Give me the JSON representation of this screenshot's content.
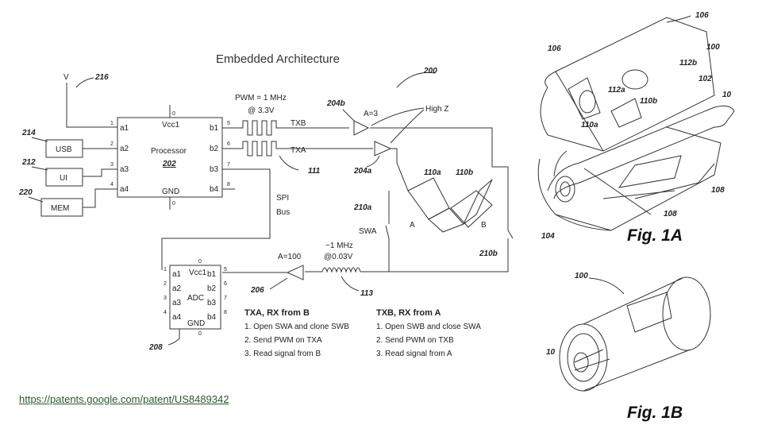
{
  "title": "Embedded Architecture",
  "source_link": "https://patents.google.com/patent/US8489342",
  "figure_captions": {
    "fig1a": "Fig. 1A",
    "fig1b": "Fig. 1B"
  },
  "schematic": {
    "supply_label": "V",
    "supply_ref": "216",
    "system_ref": "200",
    "blocks": [
      {
        "ref": "214",
        "label": "USB"
      },
      {
        "ref": "212",
        "label": "UI"
      },
      {
        "ref": "220",
        "label": "MEM"
      }
    ],
    "processor": {
      "name": "Processor",
      "ref": "202",
      "vcc": "Vcc1",
      "gnd": "GND",
      "left_pins": [
        "a1",
        "a2",
        "a3",
        "a4"
      ],
      "right_pins": [
        "b1",
        "b2",
        "b3",
        "b4"
      ],
      "left_nums": [
        "1",
        "2",
        "3",
        "4"
      ],
      "right_nums": [
        "5",
        "6",
        "7",
        "8"
      ],
      "top_num": "0",
      "bottom_num": "0"
    },
    "pwm_label": "PWM = 1 MHz",
    "pwm_voltage": "@ 3.3V",
    "pwm_ref": "111",
    "txb": "TXB",
    "txa": "TXA",
    "amp_tx_gain": "A=3",
    "amp_tx_b_ref": "204b",
    "amp_tx_a_ref": "204a",
    "high_z": "High Z",
    "transducer_a_ref": "110a",
    "transducer_b_ref": "110b",
    "transducer_a": "A",
    "transducer_b": "B",
    "swa_ref": "210a",
    "swa_label": "SWA",
    "swb_ref": "210b",
    "spi_label_1": "SPI",
    "spi_label_2": "Bus",
    "rx_signal_1": "~1 MHz",
    "rx_signal_2": "@0.03V",
    "rx_ref": "113",
    "amp_rx_gain": "A=100",
    "amp_rx_ref": "206",
    "adc": {
      "name": "ADC",
      "ref": "208",
      "vcc": "Vcc1",
      "gnd": "GND",
      "left_pins": [
        "a1",
        "a2",
        "a3",
        "a4"
      ],
      "right_pins": [
        "b1",
        "b2",
        "b3",
        "b4"
      ],
      "left_nums": [
        "1",
        "2",
        "3",
        "4"
      ],
      "right_nums": [
        "5",
        "6",
        "7",
        "8"
      ],
      "top_num": "0",
      "bottom_num": "0"
    },
    "procedure_b": {
      "heading": "TXA, RX from B",
      "steps": [
        "1. Open SWA and clone SWB",
        "2. Send PWM on TXA",
        "3. Read signal from B"
      ]
    },
    "procedure_a": {
      "heading": "TXB, RX from A",
      "steps": [
        "1. Open SWB and close SWA",
        "2. Send PWM on TXB",
        "3. Read signal from A"
      ]
    }
  },
  "fig1a_refs": [
    "106",
    "106",
    "100",
    "112b",
    "112a",
    "110b",
    "102",
    "110a",
    "10",
    "108",
    "108",
    "104"
  ],
  "fig1b_refs": [
    "100",
    "10"
  ]
}
